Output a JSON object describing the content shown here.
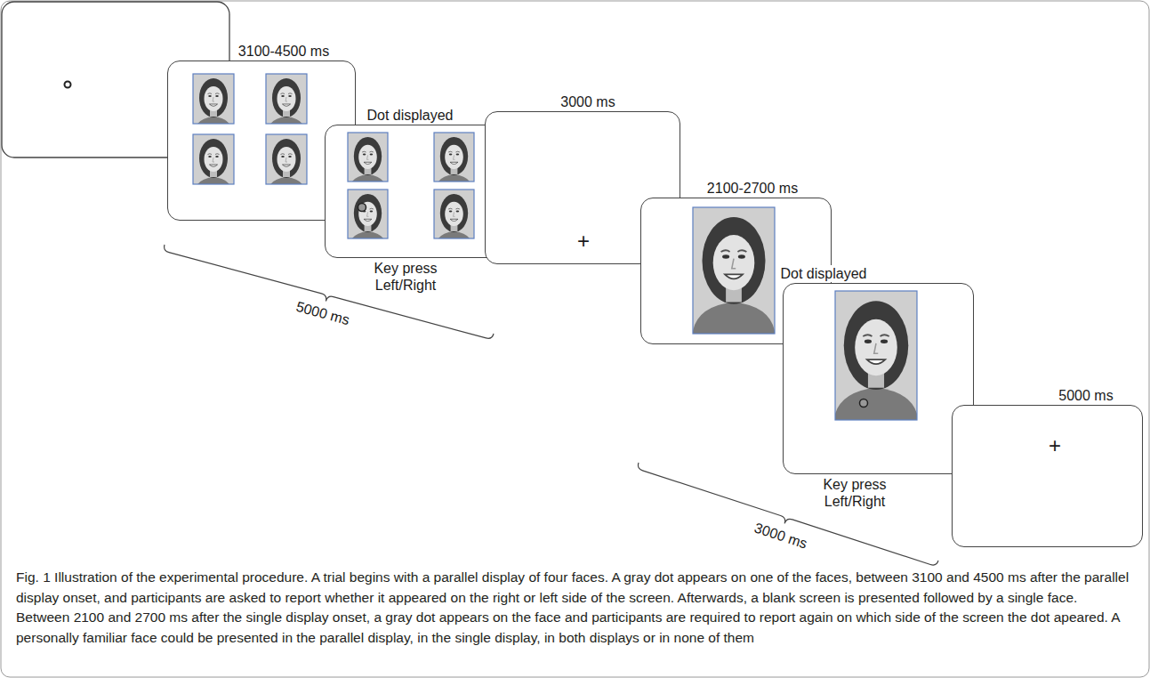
{
  "diagram": {
    "caption": "Fig. 1 Illustration of the experimental procedure. A trial begins with a parallel display of four faces. A gray dot appears on one of the faces, between 3100 and 4500 ms after the parallel display onset, and participants are asked to report whether it appeared on the right or left side of the screen. Afterwards, a blank screen is presented followed by a single face. Between 2100 and 2700 ms after the single display onset, a gray dot appears on the face and participants are required to report again on which side of the screen the dot apeared. A personally familiar face could be presented in the parallel display, in the single display, in both displays or in none of them",
    "nodes": [
      {
        "text": [
          "3100-4500 ms"
        ]
      },
      {
        "text": [
          "Dot displayed",
          "Key press Left/Right"
        ]
      },
      {
        "text": [
          "3000 ms",
          "+"
        ]
      },
      {
        "text": [
          "2100-2700 ms"
        ]
      },
      {
        "text": [
          "Dot displayed",
          "Key press Left/Right"
        ]
      },
      {
        "text": [
          "5000 ms",
          "+"
        ]
      }
    ],
    "labels": [
      "5000 ms",
      "3000 ms"
    ]
  }
}
